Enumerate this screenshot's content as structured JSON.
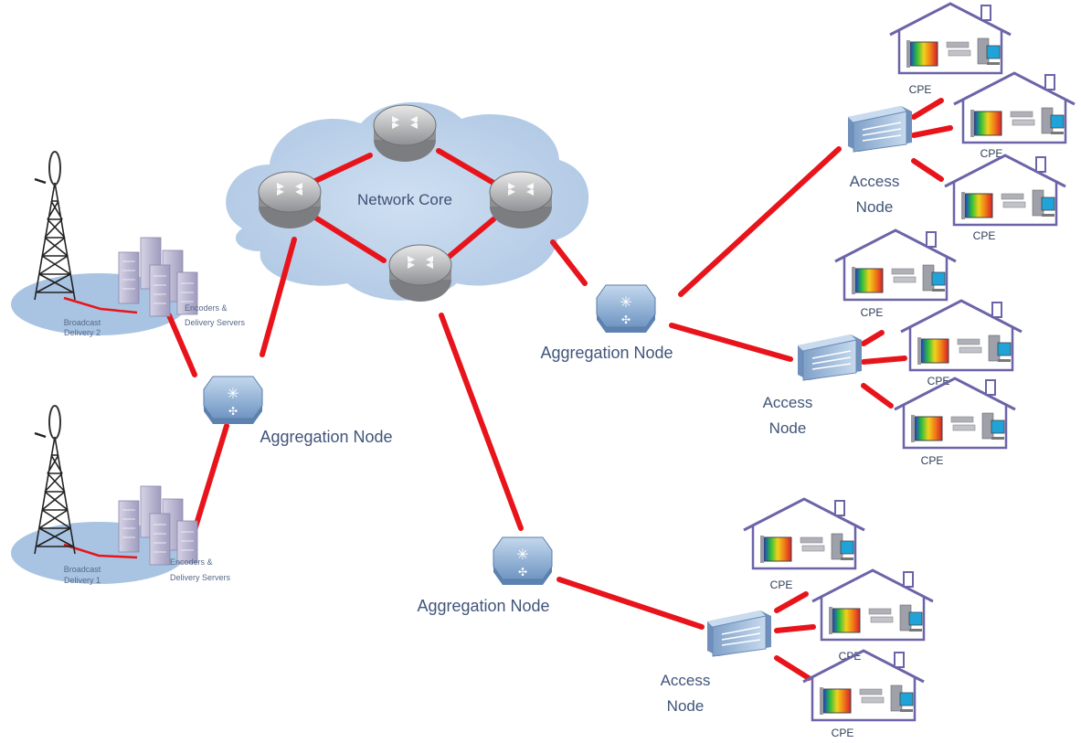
{
  "core": {
    "label": "Network Core"
  },
  "aggregation_nodes": [
    {
      "label": "Aggregation Node"
    },
    {
      "label": "Aggregation Node"
    },
    {
      "label": "Aggregation Node"
    }
  ],
  "access_nodes": [
    {
      "label_line1": "Access",
      "label_line2": "Node"
    },
    {
      "label_line1": "Access",
      "label_line2": "Node"
    },
    {
      "label_line1": "Access",
      "label_line2": "Node"
    }
  ],
  "cpe_label": "CPE",
  "broadcast_sites": [
    {
      "tower_label_line1": "Broadcast",
      "tower_label_line2": "Delivery 2",
      "servers_label_line1": "Encoders &",
      "servers_label_line2": "Delivery Servers"
    },
    {
      "tower_label_line1": "Broadcast",
      "tower_label_line2": "Delivery 1",
      "servers_label_line1": "Encoders &",
      "servers_label_line2": "Delivery Servers"
    }
  ],
  "colors": {
    "link": "#e8141b",
    "cloud": "#b8cfe8",
    "node": "#8eb0d2",
    "house": "#6b64a8"
  }
}
